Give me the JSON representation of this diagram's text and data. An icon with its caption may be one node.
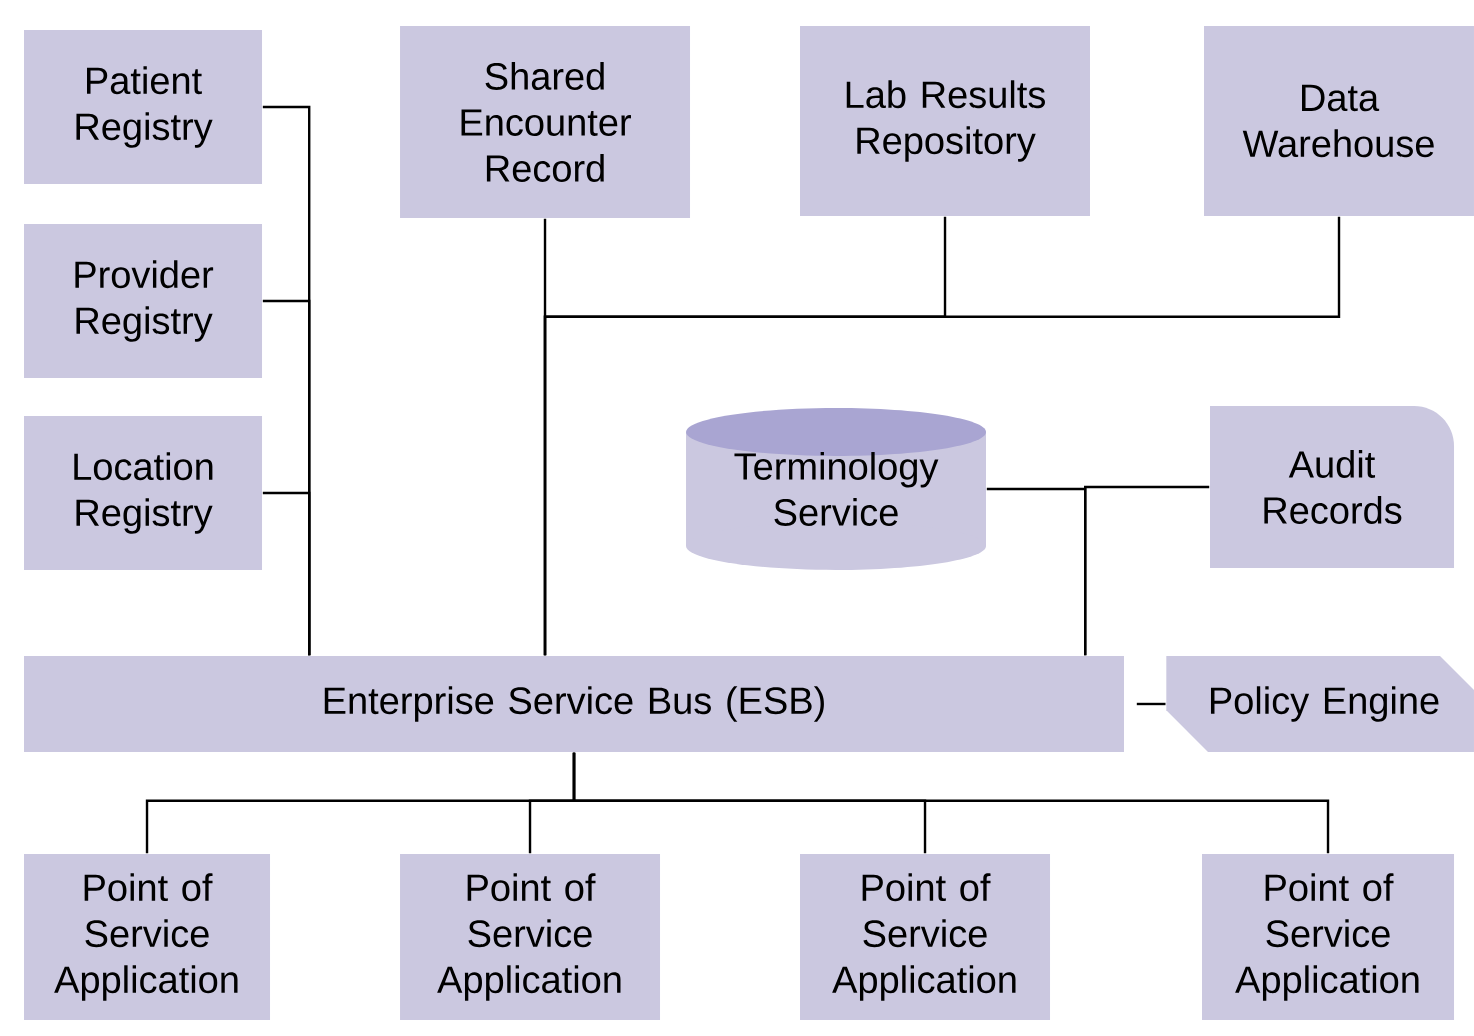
{
  "diagram": {
    "nodes": [
      {
        "text": [
          "Patient Registry"
        ]
      },
      {
        "text": [
          "Provider Registry"
        ]
      },
      {
        "text": [
          "Location Registry"
        ]
      },
      {
        "text": [
          "Shared Encounter Record"
        ]
      },
      {
        "text": [
          "Lab Results Repository"
        ]
      },
      {
        "text": [
          "Data Warehouse"
        ]
      },
      {
        "text": [
          "Terminology Service"
        ]
      },
      {
        "text": [
          "Audit Records"
        ]
      },
      {
        "text": [
          "Enterprise Service Bus (ESB)"
        ]
      },
      {
        "text": [
          "Policy Engine"
        ]
      },
      {
        "text": [
          "Point of Service Application"
        ]
      },
      {
        "text": [
          "Point of Service Application"
        ]
      },
      {
        "text": [
          "Point of Service Application"
        ]
      },
      {
        "text": [
          "Point of Service Application"
        ]
      }
    ],
    "edges": [
      {
        "from": 0,
        "to": 8,
        "arrow": "none"
      },
      {
        "from": 1,
        "to": 8,
        "arrow": "none"
      },
      {
        "from": 2,
        "to": 8,
        "arrow": "none"
      },
      {
        "from": 3,
        "to": 8,
        "arrow": "none"
      },
      {
        "from": 4,
        "to": 8,
        "arrow": "none"
      },
      {
        "from": 5,
        "to": 8,
        "arrow": "none"
      },
      {
        "from": 6,
        "to": 8,
        "arrow": "none"
      },
      {
        "from": 7,
        "to": 8,
        "arrow": "none"
      },
      {
        "from": 8,
        "to": 9,
        "arrow": "none"
      },
      {
        "from": 8,
        "to": 10,
        "arrow": "none"
      },
      {
        "from": 8,
        "to": 11,
        "arrow": "none"
      },
      {
        "from": 8,
        "to": 12,
        "arrow": "none"
      },
      {
        "from": 8,
        "to": 13,
        "arrow": "none"
      }
    ]
  }
}
